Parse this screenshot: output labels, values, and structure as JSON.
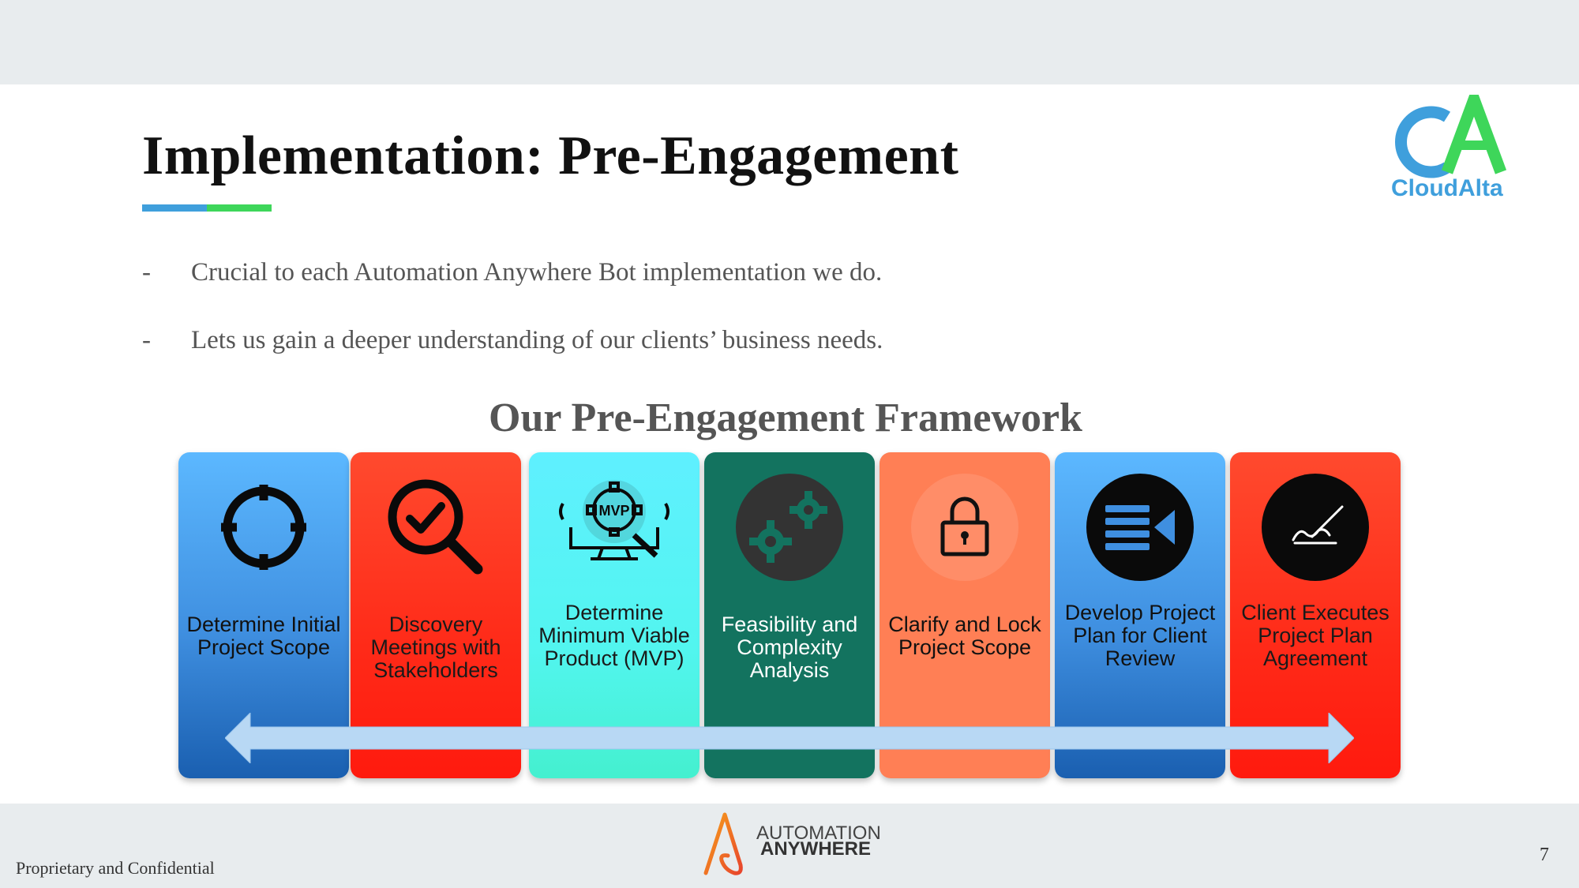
{
  "slide": {
    "title": "Implementation: Pre-Engagement",
    "bullets": [
      "Crucial to each Automation Anywhere Bot implementation we do.",
      "Lets us gain a deeper understanding of  our clients’ business needs."
    ],
    "bullet_marker": "-",
    "framework_title": "Our Pre-Engagement Framework"
  },
  "brand": {
    "logo_letters": "CA",
    "logo_name": "CloudAlta",
    "colors": {
      "blue": "#3f9fdc",
      "green": "#3ed65a"
    }
  },
  "steps": [
    {
      "label": "Determine Initial Project Scope",
      "icon": "crosshair-icon",
      "color": "blue"
    },
    {
      "label": "Discovery Meetings with Stakeholders",
      "icon": "magnifier-check-icon",
      "color": "red"
    },
    {
      "label": "Determine Minimum Viable Product (MVP)",
      "icon": "mvp-gear-icon",
      "color": "cyan",
      "icon_text": "MVP"
    },
    {
      "label": "Feasibility and Complexity Analysis",
      "icon": "gears-icon",
      "color": "teal"
    },
    {
      "label": "Clarify and Lock Project Scope",
      "icon": "padlock-icon",
      "color": "orange"
    },
    {
      "label": "Develop Project Plan for Client Review",
      "icon": "list-play-icon",
      "color": "blue"
    },
    {
      "label": "Client Executes Project Plan Agreement",
      "icon": "signature-icon",
      "color": "red"
    }
  ],
  "footer": {
    "confidential": "Proprietary and Confidential",
    "page_number": "7",
    "partner_line1": "AUTOMATION",
    "partner_line2": "ANYWHERE"
  }
}
